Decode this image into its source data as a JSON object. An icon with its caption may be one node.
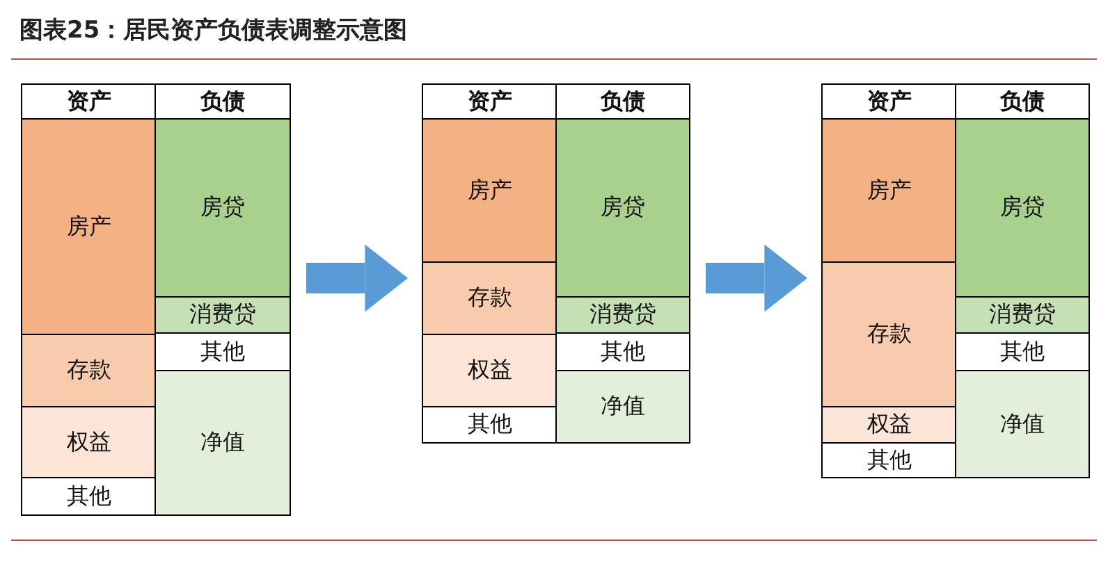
{
  "diagram": {
    "title": "图表25：居民资产负债表调整示意图",
    "nodes": [
      {
        "text": [],
        "shape": "box"
      },
      {
        "text": [
          "资产"
        ],
        "in": 0
      },
      {
        "text": [
          "房产"
        ],
        "in": 0
      },
      {
        "text": [
          "存款"
        ],
        "in": 0
      },
      {
        "text": [
          "权益"
        ],
        "in": 0
      },
      {
        "text": [
          "其他"
        ],
        "in": 0
      },
      {
        "text": [
          "负债"
        ],
        "in": 0
      },
      {
        "text": [
          "房贷"
        ],
        "in": 0
      },
      {
        "text": [
          "消费贷"
        ],
        "in": 0
      },
      {
        "text": [
          "其他"
        ],
        "in": 0
      },
      {
        "text": [
          "净值"
        ],
        "in": 0
      },
      {
        "text": [],
        "shape": "box"
      },
      {
        "text": [
          "资产"
        ],
        "in": 11
      },
      {
        "text": [
          "房产"
        ],
        "in": 11
      },
      {
        "text": [
          "存款"
        ],
        "in": 11
      },
      {
        "text": [
          "权益"
        ],
        "in": 11
      },
      {
        "text": [
          "其他"
        ],
        "in": 11
      },
      {
        "text": [
          "负债"
        ],
        "in": 11
      },
      {
        "text": [
          "房贷"
        ],
        "in": 11
      },
      {
        "text": [
          "消费贷"
        ],
        "in": 11
      },
      {
        "text": [
          "其他"
        ],
        "in": 11
      },
      {
        "text": [
          "净值"
        ],
        "in": 11
      },
      {
        "text": [],
        "shape": "box"
      },
      {
        "text": [
          "资产"
        ],
        "in": 22
      },
      {
        "text": [
          "房产"
        ],
        "in": 22
      },
      {
        "text": [
          "存款"
        ],
        "in": 22
      },
      {
        "text": [
          "权益"
        ],
        "in": 22
      },
      {
        "text": [
          "其他"
        ],
        "in": 22
      },
      {
        "text": [
          "负债"
        ],
        "in": 22
      },
      {
        "text": [
          "房贷"
        ],
        "in": 22
      },
      {
        "text": [
          "消费贷"
        ],
        "in": 22
      },
      {
        "text": [
          "其他"
        ],
        "in": 22
      },
      {
        "text": [
          "净值"
        ],
        "in": 22
      }
    ],
    "edges": [
      {
        "from": 0,
        "to": 11,
        "arrow": "to",
        "color": "#5b9bd5"
      },
      {
        "from": 11,
        "to": 22,
        "arrow": "to",
        "color": "#5b9bd5"
      }
    ]
  }
}
